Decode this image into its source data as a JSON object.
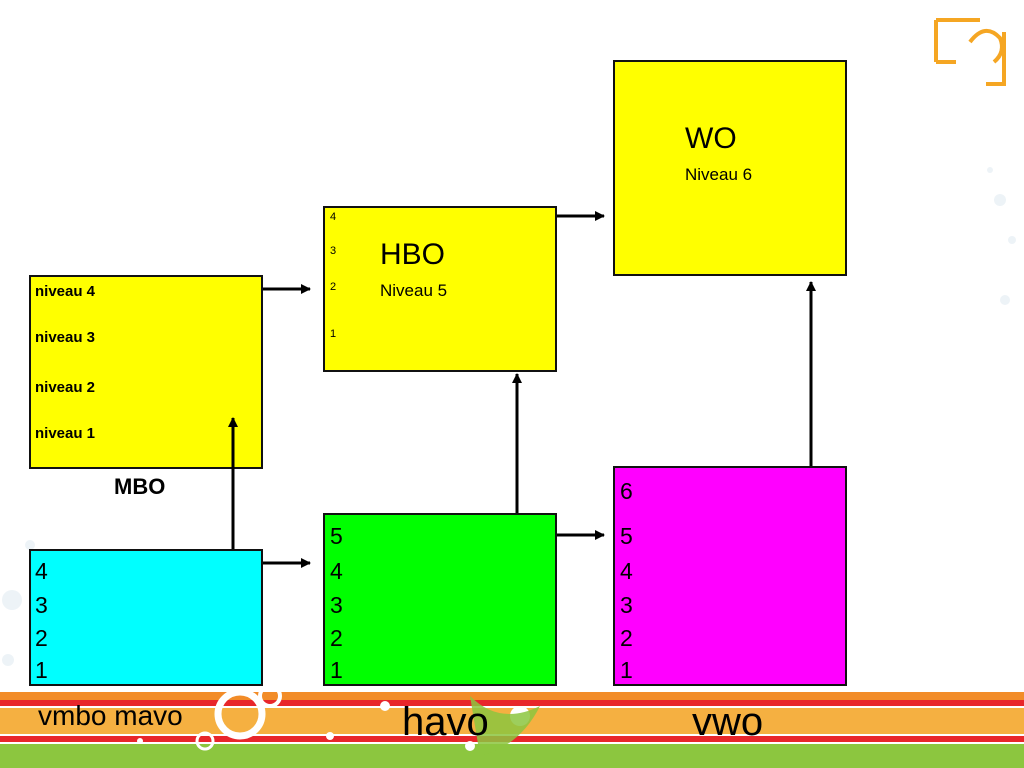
{
  "mbo": {
    "levels": [
      "niveau 4",
      "niveau 3",
      "niveau 2",
      "niveau 1"
    ],
    "caption": "MBO"
  },
  "hbo": {
    "numbers": [
      "4",
      "3",
      "2",
      "1"
    ],
    "title": "HBO",
    "subtitle": "Niveau 5"
  },
  "wo": {
    "title": "WO",
    "subtitle": "Niveau 6"
  },
  "vmbo": {
    "numbers": [
      "4",
      "3",
      "2",
      "1"
    ],
    "label": "vmbo mavo"
  },
  "havo": {
    "numbers": [
      "5",
      "4",
      "3",
      "2",
      "1"
    ],
    "label": "havo"
  },
  "vwo": {
    "numbers": [
      "6",
      "5",
      "4",
      "3",
      "2",
      "1"
    ],
    "label": "vwo"
  },
  "colors": {
    "yellow": "#ffff00",
    "cyan": "#00ffff",
    "green": "#00ff00",
    "magenta": "#ff00ff",
    "accent_orange": "#f5a623",
    "footer_green": "#8cc63f",
    "footer_red": "#e8262b"
  },
  "icons": {
    "logo": "corner-logo-icon"
  }
}
